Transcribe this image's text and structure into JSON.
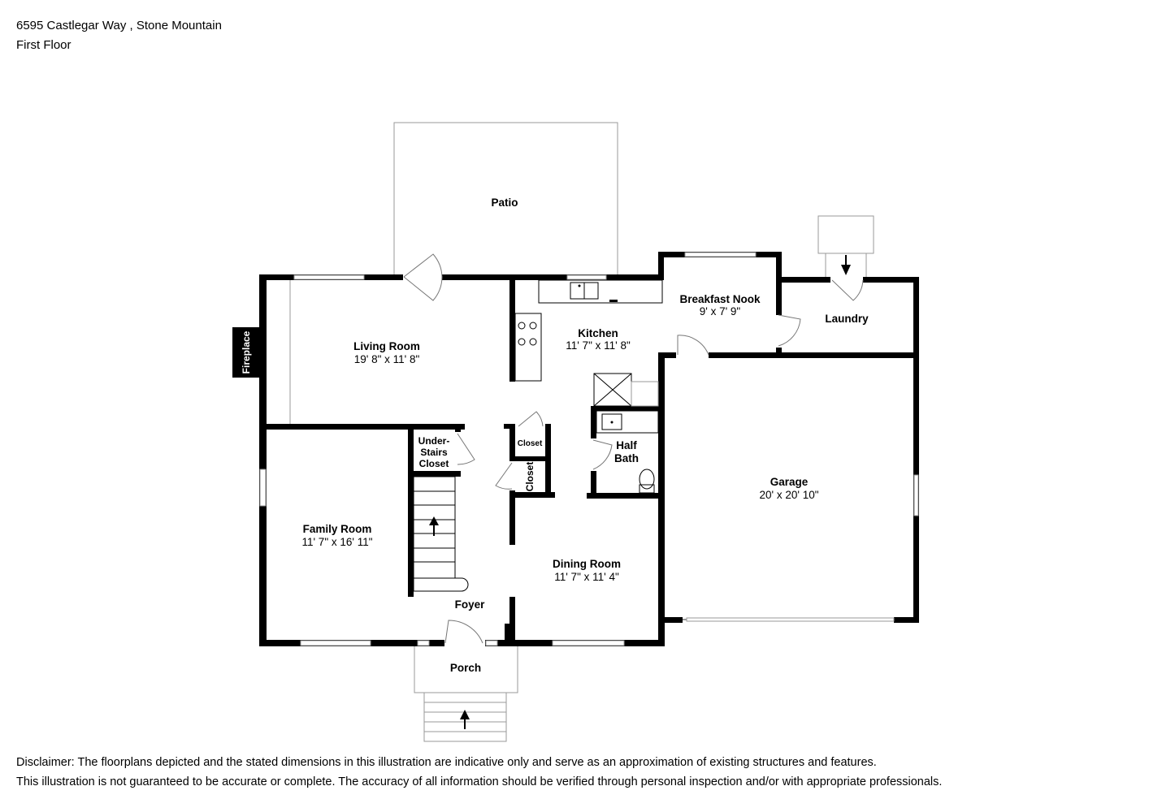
{
  "header": {
    "address": "6595 Castlegar Way , Stone Mountain",
    "floor": "First Floor"
  },
  "rooms": {
    "patio": {
      "name": "Patio"
    },
    "living_room": {
      "name": "Living Room",
      "dims": "19' 8\" x 11' 8\""
    },
    "kitchen": {
      "name": "Kitchen",
      "dims": "11' 7\" x 11' 8\""
    },
    "breakfast_nook": {
      "name": "Breakfast Nook",
      "dims": "9' x 7' 9\""
    },
    "laundry": {
      "name": "Laundry"
    },
    "fireplace": {
      "name": "Fireplace"
    },
    "under_stairs_closet": {
      "line1": "Under-",
      "line2": "Stairs",
      "line3": "Closet"
    },
    "closet_top": {
      "name": "Closet"
    },
    "closet_side": {
      "name": "Closet"
    },
    "half_bath": {
      "line1": "Half",
      "line2": "Bath"
    },
    "family_room": {
      "name": "Family Room",
      "dims": "11' 7\" x 16' 11\""
    },
    "dining_room": {
      "name": "Dining Room",
      "dims": "11' 7\" x 11' 4\""
    },
    "foyer": {
      "name": "Foyer"
    },
    "garage": {
      "name": "Garage",
      "dims": "20' x 20' 10\""
    },
    "porch": {
      "name": "Porch"
    }
  },
  "disclaimer": {
    "line1": "Disclaimer: The floorplans depicted and the stated dimensions in this illustration are indicative only and serve as an approximation of existing structures and features.",
    "line2": "This illustration is not guaranteed to be accurate or complete. The accuracy of all information should be verified through personal inspection and/or with appropriate professionals."
  }
}
